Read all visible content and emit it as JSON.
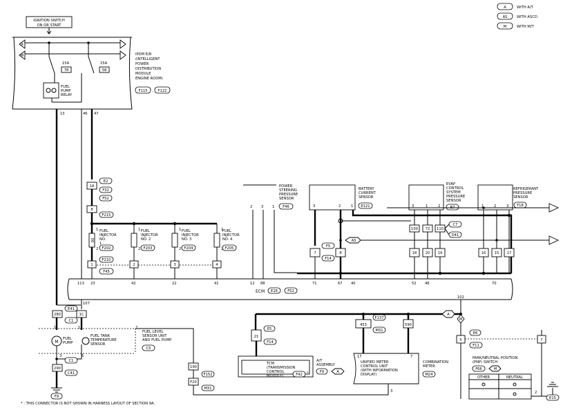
{
  "legend": [
    {
      "code": "A",
      "text": "WITH A/T"
    },
    {
      "code": "AS",
      "text": "WITH ASCD"
    },
    {
      "code": "M",
      "text": "WITH M/T"
    }
  ],
  "ignition": {
    "line1": "IGNITION SWITCH",
    "line2": "ON OR START"
  },
  "ipdm": {
    "lines": [
      "IPDM E/R",
      "(INTELLIGENT",
      "POWER",
      "DISTRIBUTION",
      "MODULE",
      "ENGINE ROOM)"
    ],
    "conn1": "F115",
    "conn2": "F122",
    "fuse1_amp": "15A",
    "fuse1_no": "78",
    "fuse2_amp": "15A",
    "fuse2_no": "58",
    "relay_label": [
      "FUEL",
      "PUMP",
      "RELAY"
    ],
    "pin_a": "13",
    "pin_b": "46",
    "pin_c": "47"
  },
  "junction": {
    "c1": "E2",
    "c2": "F32",
    "c3": "F52",
    "pin_top": "1A",
    "pin_bot": "8",
    "conn": "F215"
  },
  "injectors": [
    {
      "name": [
        "FUEL",
        "INJECTOR",
        "NO.",
        "1"
      ],
      "conn": "F202",
      "pin_top": "1",
      "pin_bot": "2"
    },
    {
      "name": [
        "FUEL",
        "INJECTOR",
        "NO. 2"
      ],
      "conn": "F203",
      "pin_top": "1",
      "pin_bot": "2"
    },
    {
      "name": [
        "FUEL",
        "INJECTOR",
        "NO. 3"
      ],
      "conn": "F204",
      "pin_top": "1",
      "pin_bot": "2"
    },
    {
      "name": [
        "FUEL",
        "INJECTOR",
        "NO. 4"
      ],
      "conn": "F205",
      "pin_top": "1",
      "pin_bot": "2"
    }
  ],
  "inj_harness": {
    "c1": "F210",
    "c2": "F45",
    "pins": [
      "1",
      "2",
      "3",
      "4"
    ]
  },
  "pssensor": {
    "lines": [
      "POWER",
      "STEERING",
      "PRESSURE",
      "SENSOR"
    ],
    "conn": "F46",
    "pins": [
      "2",
      "3",
      "1"
    ]
  },
  "battery": {
    "lines": [
      "BATTERY",
      "CURRENT",
      "SENSOR"
    ],
    "conn": "E121",
    "pins": [
      "3",
      "2",
      "1"
    ]
  },
  "evap": {
    "lines": [
      "EVAP",
      "CONTROL",
      "SYSTEM",
      "PRESSURE",
      "SENSOR"
    ],
    "conn": "B7",
    "pins": [
      "3",
      "1",
      "2"
    ]
  },
  "refrig": {
    "lines": [
      "REFRIGERANT",
      "PRESSURE",
      "SENSOR"
    ],
    "conn": "F18",
    "pins": [
      "1",
      "2",
      "3"
    ]
  },
  "mid_conn": {
    "c1": "F5",
    "c2": "F14",
    "p1": "7",
    "p2": "8",
    "as_badge": "AS"
  },
  "evap_conn": {
    "c1": "C7",
    "c2": "D41",
    "pins": [
      "100",
      "72",
      "110"
    ],
    "pins_low": [
      "18",
      "20",
      "19"
    ]
  },
  "refrig_pins_low": [
    "16",
    "15",
    "17"
  ],
  "ecm": {
    "label": "ECM",
    "conn1": "E16",
    "conn2": "F52",
    "pins": [
      "113",
      "23",
      "42",
      "22",
      "41",
      "12",
      "88",
      "71",
      "67",
      "40",
      "52",
      "48",
      "70"
    ],
    "pin_107": "107",
    "pin_102": "102"
  },
  "fuelpump": {
    "conn_top1": "E41",
    "conn_top2": "C1",
    "pin_top1": "280",
    "pin_top2": "1C",
    "pump_label": [
      "FUEL",
      "PUMP"
    ],
    "temp_label": [
      "FUEL TANK",
      "TEMPERATURE",
      "SENSOR"
    ],
    "unit_label": [
      "FUEL LEVEL",
      "SENSOR UNIT",
      "AND FUEL PUMP"
    ],
    "unit_conn": "C5",
    "conn_low1": "C1",
    "conn_low2": "C41",
    "pin_low": "290",
    "ground": "F9",
    "pins_unit": [
      "1",
      "2",
      "3",
      "5"
    ]
  },
  "f152": {
    "pin": "190",
    "c1": "F152",
    "c2": "M31",
    "pin2": "F20"
  },
  "tcm": {
    "lines": [
      "TCM",
      "(TRANSMISSION",
      "CONTROL",
      "MODULE)"
    ],
    "conn": "F42",
    "star": "*",
    "conn_e": "E5",
    "conn_f": "F14",
    "pin": "21",
    "pin_t": "8"
  },
  "at_assy": {
    "lines": [
      "A/T",
      "ASSEMBLY"
    ],
    "conn": "F9",
    "badge": "A"
  },
  "meter": {
    "unit_lines": [
      "UNIFIED METER",
      "CONTROL UNIT",
      "(WITH INFORMATION",
      "DISPLAY)"
    ],
    "combo_lines": [
      "COMBINATION",
      "METER"
    ],
    "conn": "M24",
    "c1": "F137",
    "c2": "M31",
    "pin1": "453",
    "pin2": "590",
    "pin_a": "17",
    "pin_b": "7",
    "pin_c": "3"
  },
  "pnp": {
    "lines": [
      "PARK/NEUTRAL POSITION",
      "(PNP) SWITCH"
    ],
    "conn": "F66",
    "badge": "M",
    "c1": "E6",
    "c2": "F11",
    "pin_a": "5",
    "pin_b": "7",
    "pin_c": "2",
    "table_h1": "OTHER",
    "table_h2": "NEUTRAL",
    "ground": "E15"
  },
  "ecm_badges": {
    "a": "A",
    "m": "M"
  },
  "footnote": "* : THIS CONNECTOR IS NOT SHOWN IN HARNESS LAYOUT OF SECTION 9A."
}
